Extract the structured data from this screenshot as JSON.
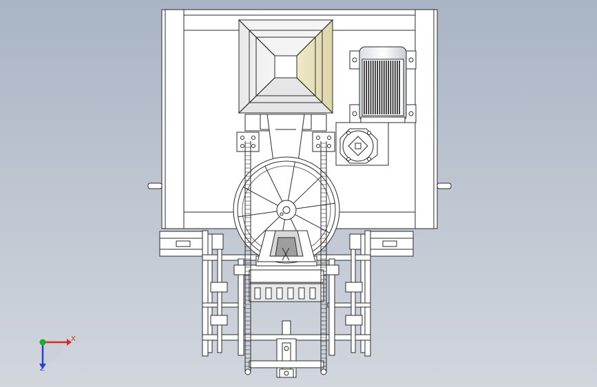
{
  "view": {
    "background_top": "#a9b4c4",
    "background_bottom": "#d2d6dd",
    "line_color": "#2a2a2a",
    "part_fill": "#ffffff"
  },
  "triad": {
    "x_label": "X",
    "z_label": "Z",
    "x_color": "#e0281f",
    "y_color": "#1faa2a",
    "z_color": "#2a3fd6"
  },
  "parts": [
    "main-housing",
    "hopper",
    "chute",
    "motor",
    "gearbox",
    "feed-wheel",
    "support-frame",
    "drive-chains",
    "side-cylinders"
  ]
}
